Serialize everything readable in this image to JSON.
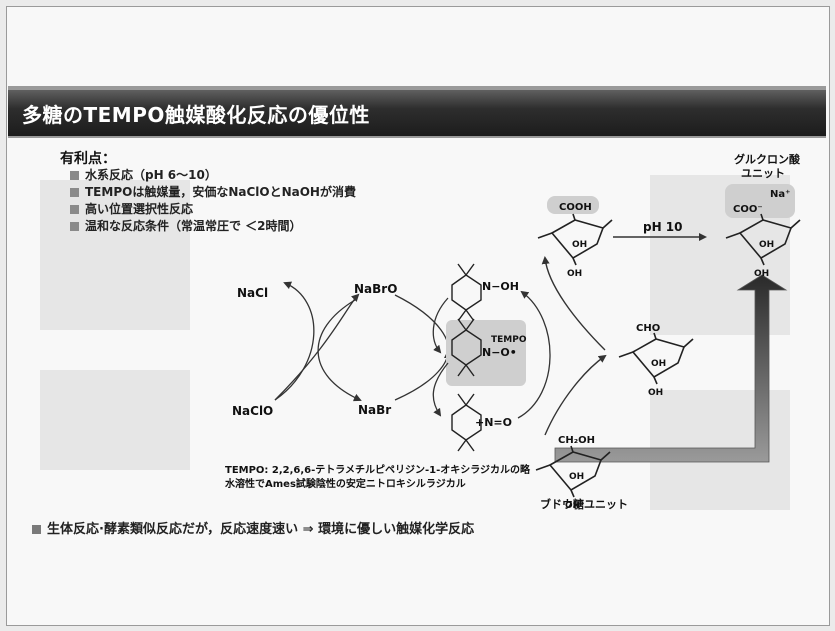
{
  "title": "多糖のTEMPO触媒酸化反応の優位性",
  "advantages": {
    "heading": "有利点：",
    "items": [
      "水系反応（pH 6～10）",
      "TEMPOは触媒量，安価なNaClOとNaOHが消費",
      "高い位置選択性反応",
      "温和な反応条件（常温常圧で ＜2時間）"
    ]
  },
  "cycle": {
    "nacl": "NaCl",
    "naclo": "NaClO",
    "nabro": "NaBrO",
    "nabr": "NaBr",
    "nitroxyl_label": "N−OH",
    "tempo_label": "TEMPO",
    "radical_label": "N−O•",
    "oxoammonium_label": "+N=O"
  },
  "sugars": {
    "cooh": "COOH",
    "oh": "OH",
    "cho": "CHO",
    "ch2oh": "CH₂OH",
    "coo": "COO⁻",
    "na": "Na⁺",
    "ph_label": "pH 10",
    "glucuronic_label": [
      "グルクロン酸",
      "ユニット"
    ],
    "glucose_label": "ブドウ糖ユニット"
  },
  "tempo_note": [
    "TEMPO: 2,2,6,6-テトラメチルピペリジン-1-オキシラジカルの略",
    "水溶性でAmes試験陰性の安定ニトロキシルラジカル"
  ],
  "footer": "生体反応·酵素類似反応だが，反応速度速い ⇒ 環境に優しい触媒化学反応"
}
